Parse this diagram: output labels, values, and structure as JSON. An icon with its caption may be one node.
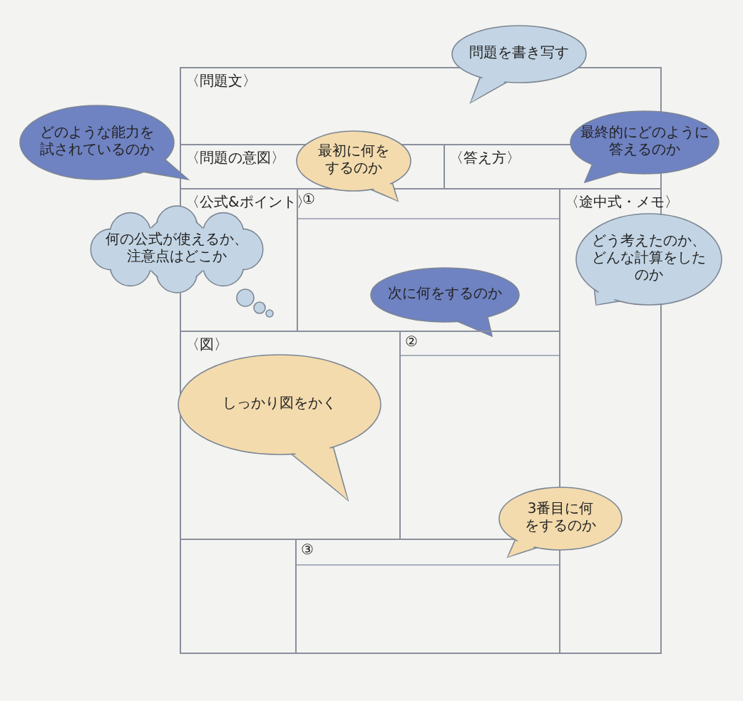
{
  "diagram": {
    "nodes": [
      {
        "text": [
          "〈問題文〉"
        ]
      },
      {
        "text": [
          "〈問題の意図〉"
        ]
      },
      {
        "text": [
          "〈答え方〉"
        ]
      },
      {
        "text": [
          "〈公式&ポイント〉"
        ]
      },
      {
        "text": [
          "①"
        ]
      },
      {
        "text": [
          "〈途中式・メモ〉"
        ]
      },
      {
        "text": [
          "〈図〉"
        ]
      },
      {
        "text": [
          "②"
        ]
      },
      {
        "text": [],
        "shape": "box"
      },
      {
        "text": [
          "③"
        ]
      },
      {
        "text": [
          "問題を書き写す"
        ]
      },
      {
        "text": [
          "どのような能力を試されているのか"
        ]
      },
      {
        "text": [
          "最初に何をするのか"
        ]
      },
      {
        "text": [
          "最終的にどのように答えるのか"
        ]
      },
      {
        "text": [
          "何の公式が使えるか、注意点はどこか"
        ]
      },
      {
        "text": [
          "次に何をするのか"
        ],
        "in": 4
      },
      {
        "text": [
          "どう考えたのか、どんな計算をしたのか"
        ]
      },
      {
        "text": [
          "しっかり図をかく"
        ],
        "in": 6
      },
      {
        "text": [
          "3番目に何をするのか"
        ]
      }
    ]
  }
}
